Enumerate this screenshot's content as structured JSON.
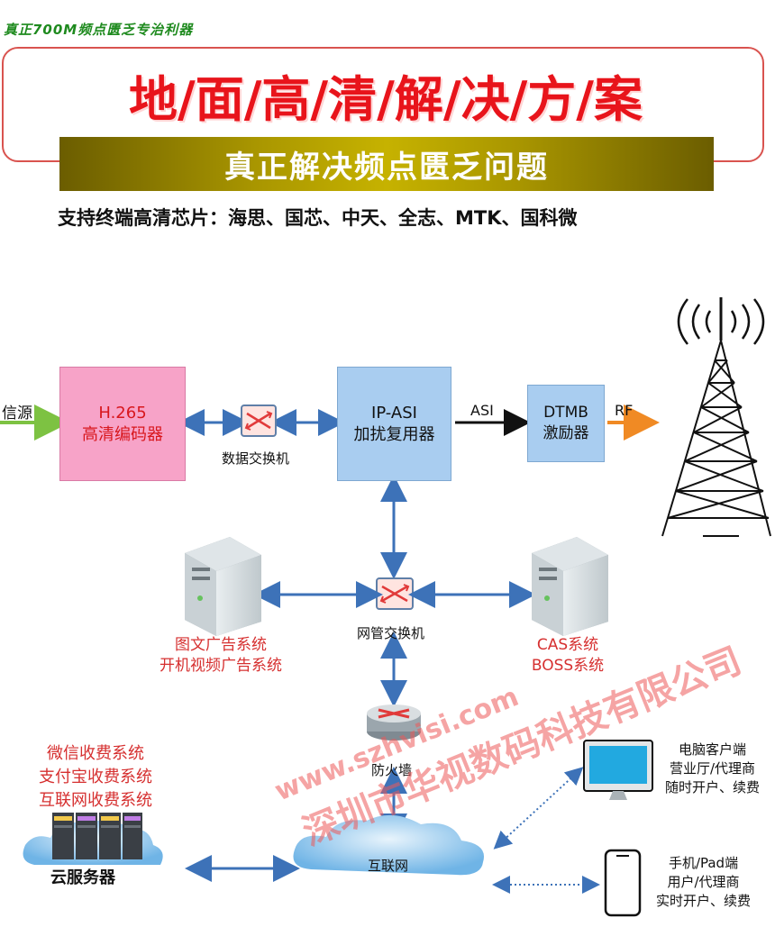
{
  "header": {
    "slogan": "真正700M频点匮乏专治利器",
    "title": "地/面/高/清/解/决/方/案",
    "banner": "真正解决频点匮乏问题",
    "chips_line": "支持终端高清芯片：海思、国芯、中天、全志、MTK、国科微"
  },
  "diagram": {
    "source_label": "信源",
    "encoder": {
      "line1": "H.265",
      "line2": "高清编码器"
    },
    "data_switch": "数据交换机",
    "muxer": {
      "line1": "IP-ASI",
      "line2": "加扰复用器"
    },
    "asi_label": "ASI",
    "exciter": {
      "line1": "DTMB",
      "line2": "激励器"
    },
    "rf_label": "RF",
    "mgmt_switch": "网管交换机",
    "ad_system": {
      "line1": "图文广告系统",
      "line2": "开机视频广告系统"
    },
    "cas_system": {
      "line1": "CAS系统",
      "line2": "BOSS系统"
    },
    "firewall": "防火墙",
    "payment": {
      "line1": "微信收费系统",
      "line2": "支付宝收费系统",
      "line3": "互联网收费系统"
    },
    "cloud_server": "云服务器",
    "internet": "互联网",
    "pc_client": {
      "line1": "电脑客户端",
      "line2": "营业厅/代理商",
      "line3": "随时开户、续费"
    },
    "mobile_client": {
      "line1": "手机/Pad端",
      "line2": "用户/代理商",
      "line3": "实时开户、续费"
    }
  },
  "watermark": {
    "company": "深圳市华视数码科技有限公司",
    "url": "www.szhvisi.com"
  },
  "colors": {
    "arrow_blue": "#3d72b8",
    "accent_red": "#e8141b",
    "source_green": "#7dc242",
    "rf_orange": "#f08a24"
  }
}
